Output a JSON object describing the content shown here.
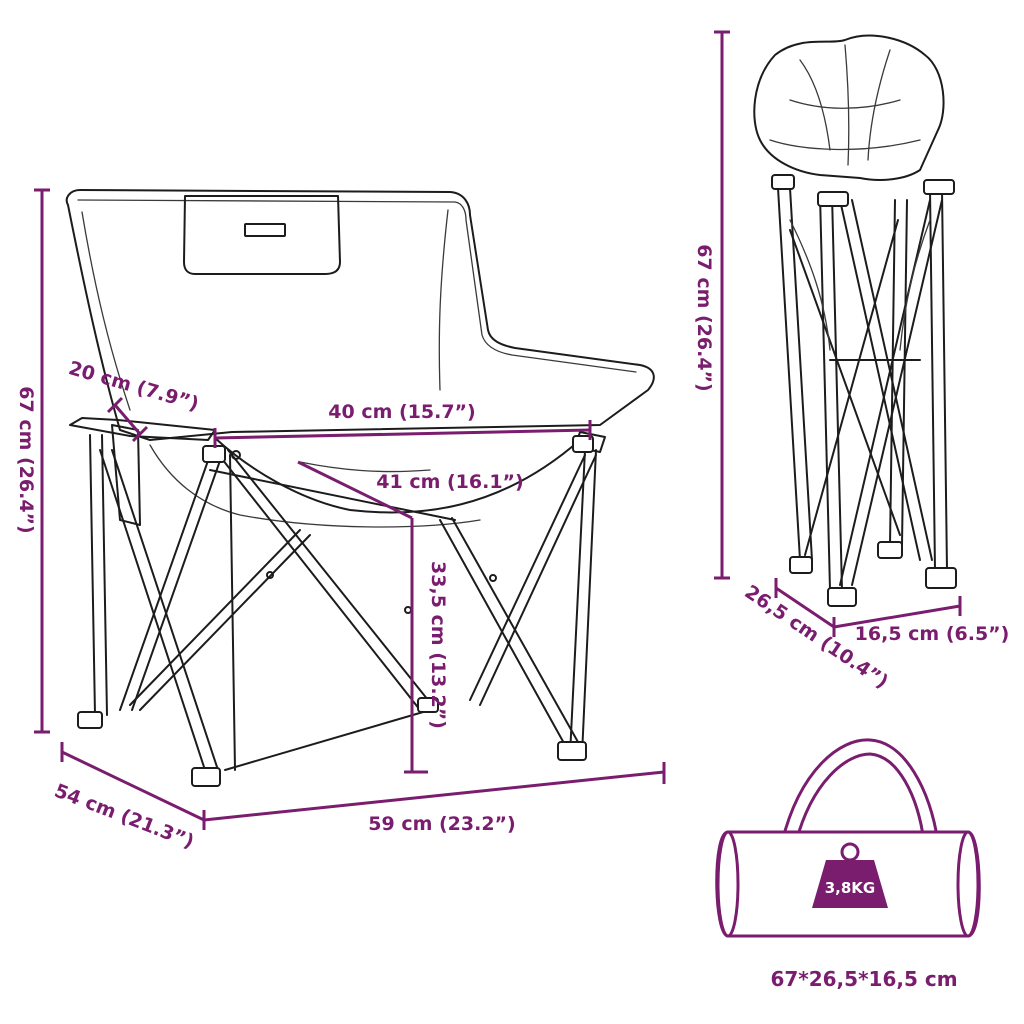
{
  "colors": {
    "dimension": "#7a1d6e",
    "sketch": "#1c1c1c",
    "background": "#ffffff",
    "badge_text": "#ffffff"
  },
  "chair": {
    "height_label": "67 cm (26.4”)",
    "armrest_width_label": "20 cm (7.9”)",
    "seat_width_label": "40 cm (15.7”)",
    "seat_depth_label": "41 cm (16.1”)",
    "seat_height_label": "33,5 cm (13.2”)",
    "depth_label": "54 cm (21.3”)",
    "width_label": "59 cm (23.2”)"
  },
  "folded": {
    "height_label": "67 cm (26.4”)",
    "depth_label": "26,5 cm (10.4”)",
    "width_label": "16,5 cm (6.5”)"
  },
  "bag": {
    "weight_label": "3,8KG",
    "weight_icon": "weight-icon",
    "size_label": "67*26,5*16,5 cm"
  }
}
